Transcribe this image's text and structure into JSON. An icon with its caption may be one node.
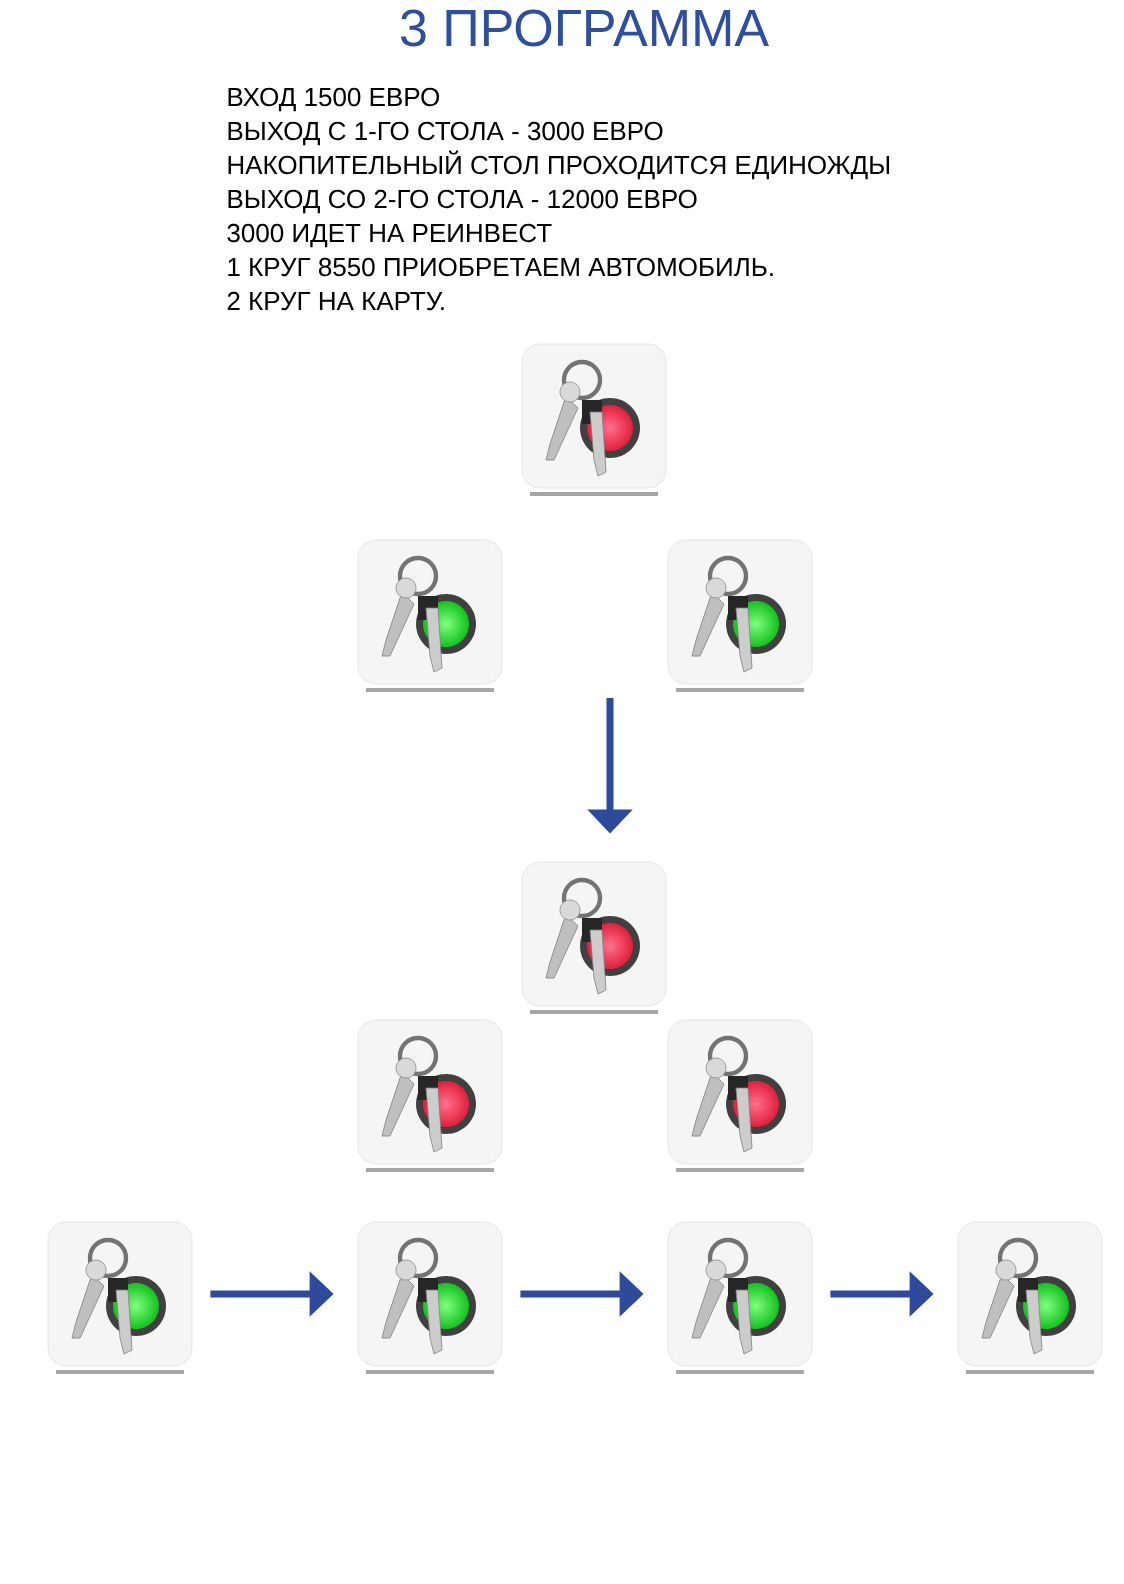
{
  "diagram": {
    "title": "3 ПРОГРАММА",
    "nodes": [
      {
        "text": [],
        "shape": "picture"
      },
      {
        "text": [],
        "shape": "picture"
      },
      {
        "text": [],
        "shape": "picture"
      },
      {
        "text": [],
        "shape": "picture"
      },
      {
        "text": [],
        "shape": "picture"
      },
      {
        "text": [],
        "shape": "picture"
      },
      {
        "text": [],
        "shape": "picture"
      },
      {
        "text": [],
        "shape": "picture"
      },
      {
        "text": [],
        "shape": "picture"
      },
      {
        "text": [],
        "shape": "picture"
      }
    ],
    "edges": [
      {
        "from": null,
        "to": 3,
        "arrow": "to"
      },
      {
        "from": 6,
        "to": 7,
        "arrow": "to"
      },
      {
        "from": 7,
        "to": 8,
        "arrow": "to"
      },
      {
        "from": 8,
        "to": 9,
        "arrow": "to"
      }
    ],
    "labels": [
      "ВХОД 1500 ЕВРО",
      "ВЫХОД С 1-ГО СТОЛА - 3000 ЕВРО",
      "НАКОПИТЕЛЬНЫЙ СТОЛ ПРОХОДИТСЯ ЕДИНОЖДЫ",
      "ВЫХОД СО 2-ГО СТОЛА - 12000 ЕВРО",
      "3000 ИДЕТ НА РЕИНВЕСТ",
      "1 КРУГ 8550 ПРИОБРЕТАЕМ АВТОМОБИЛЬ.",
      "2 КРУГ НА КАРТУ."
    ]
  }
}
